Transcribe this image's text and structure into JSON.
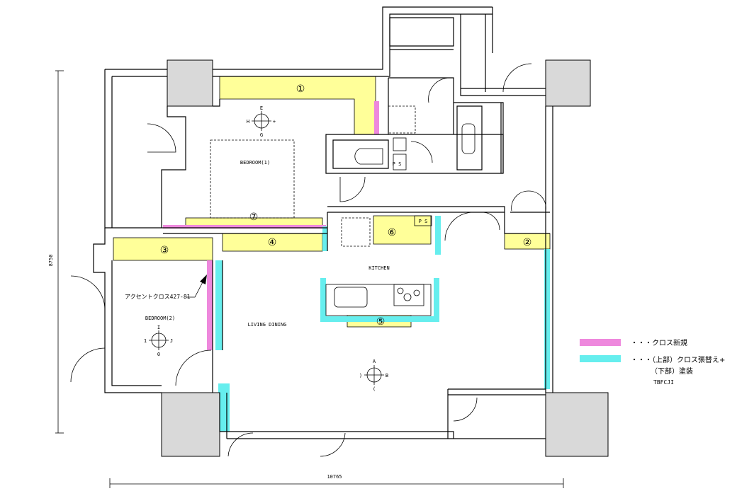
{
  "rooms": {
    "bedroom1": "BEDROOM(1)",
    "bedroom2": "BEDROOM(2)",
    "kitchen": "KITCHEN",
    "living": "LIVING DINING",
    "ps1": "P S",
    "ps2": "P S"
  },
  "areas": [
    "①",
    "②",
    "③",
    "④",
    "⑤",
    "⑥",
    "⑦"
  ],
  "accent_note": "アクセントクロス427-81",
  "compass": {
    "c1": {
      "top": "E",
      "left": "H",
      "right": "+",
      "bottom": "G"
    },
    "c2": {
      "top": "I",
      "left": "1",
      "right": "J",
      "bottom": "0"
    },
    "c3": {
      "top": "A",
      "left": ")",
      "right": "B",
      "bottom": "("
    }
  },
  "dimensions": {
    "height": "8750",
    "width": "10765"
  },
  "legend": {
    "pink_label": "・・・クロス新規",
    "cyan_label1": "・・・（上部）クロス張替え+",
    "cyan_label2": "（下部）塗装",
    "cyan_label3": "TBFCJI",
    "pink_color": "#ee88dd",
    "cyan_color": "#66eeee"
  }
}
